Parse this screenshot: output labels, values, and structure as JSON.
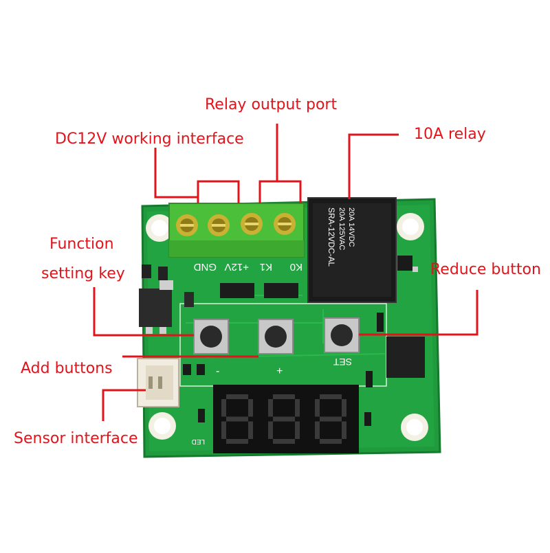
{
  "callouts": {
    "relay_output_port": "Relay output port",
    "dc12v_interface": "DC12V working interface",
    "relay_10a": "10A relay",
    "function_key_line1": "Function",
    "function_key_line2": "setting key",
    "reduce_button": "Reduce button",
    "add_buttons": "Add buttons",
    "sensor_interface": "Sensor interface"
  },
  "board": {
    "terminal_labels": [
      "GND",
      "+12V",
      "K1",
      "K0"
    ],
    "relay_markings": [
      "20A 14VDC",
      "20A 125VAC",
      "SRA-12VDC-AL"
    ],
    "set_label": "SET",
    "minus_label": "-",
    "plus_label": "+",
    "led_label": "LED",
    "display_digits": "888"
  },
  "colors": {
    "callout": "#e1141b",
    "pcb": "#1f9a3c",
    "terminal": "#4cbf3a",
    "relay": "#1a1a1a",
    "display": "#111111",
    "segment": "#3a3a3a"
  }
}
